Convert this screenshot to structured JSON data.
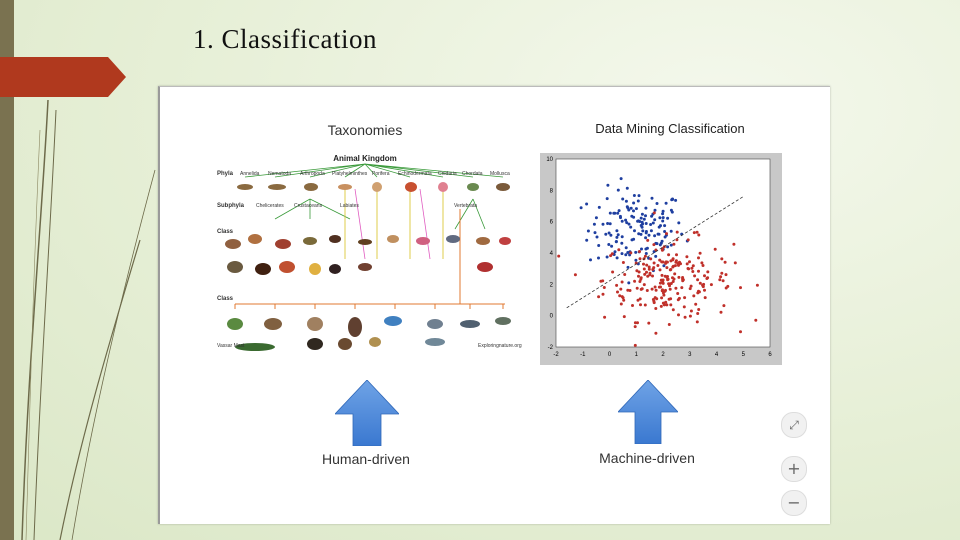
{
  "slide": {
    "title": "1. Classification"
  },
  "left_panel": {
    "title": "Taxonomies",
    "kingdom_label": "Animal Kingdom",
    "row_labels": {
      "phyla": "Phyla",
      "subphyla": "Subphyla",
      "class_top": "Class",
      "class_bottom": "Class"
    },
    "phyla": [
      "Annelida",
      "Nematoda",
      "Arthropoda",
      "Platyhelminthes",
      "Porifera",
      "Echinodermata",
      "Cnidaria",
      "Chordata",
      "Mollusca"
    ],
    "subphyla": [
      "Chelicerates",
      "Crustaceans",
      "Labiates",
      "Vertebrata"
    ],
    "footer_left": "Vassar Mast",
    "footer_right": "Exploringnature.org",
    "caption": "Human-driven"
  },
  "right_panel": {
    "title": "Data Mining Classification",
    "caption": "Machine-driven"
  },
  "chart_data": {
    "type": "scatter",
    "title": "",
    "xlabel": "",
    "ylabel": "",
    "xlim": [
      -2,
      6
    ],
    "ylim": [
      -2,
      10
    ],
    "x_ticks": [
      "-2",
      "-1",
      "0",
      "1",
      "2",
      "3",
      "4",
      "5",
      "6"
    ],
    "y_ticks": [
      "-2",
      "0",
      "2",
      "4",
      "6",
      "8",
      "10"
    ],
    "series": [
      {
        "color": "#1f3fa0",
        "center": [
          1.0,
          5.5
        ],
        "spread": [
          0.9,
          1.3
        ],
        "count": 150
      },
      {
        "color": "#c0302a",
        "center": [
          2.2,
          2.3
        ],
        "spread": [
          1.2,
          1.3
        ],
        "count": 230
      }
    ],
    "boundary_line": {
      "from": [
        -1.6,
        0.5
      ],
      "to": [
        5.0,
        7.6
      ],
      "style": "dashed"
    }
  },
  "zoom_controls": {
    "fit": "⤢",
    "zoom_in": "+",
    "zoom_out": "−"
  },
  "colors": {
    "arrow": "#4a86d8",
    "red_tab": "#b0391e",
    "plot_bg": "#c8c8c8"
  }
}
